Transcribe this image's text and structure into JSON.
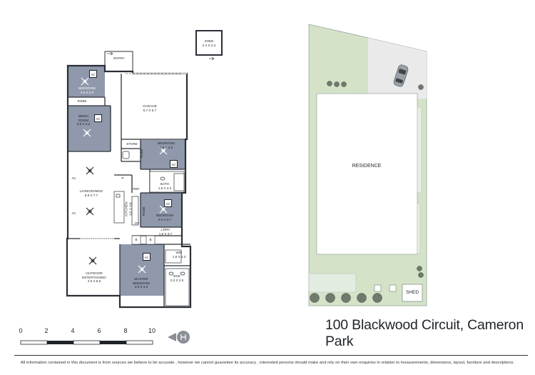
{
  "plan": {
    "rooms": {
      "bedroom_top": {
        "name": "BEDROOM",
        "dim": "3.6 X 3.0"
      },
      "robe": {
        "name": "ROBE"
      },
      "media": {
        "name": "MEDIA ROOM",
        "dim": "3.9 X 4.2"
      },
      "garage": {
        "name": "GARAGE",
        "dim": "5.7 X 5.7"
      },
      "store": {
        "name": "STORE"
      },
      "robe2": {
        "name": "ROBE"
      },
      "bedroom_mid": {
        "name": "BEDROOM",
        "dim": "3.6 X 3.5"
      },
      "bath": {
        "name": "BATH",
        "dim": "1.9 X 3.3"
      },
      "ref": {
        "name": "REF"
      },
      "pantry": {
        "name": "P"
      },
      "living": {
        "name": "LIVING/DINING",
        "dim": "6.9 X 7.7"
      },
      "kitchen": {
        "name": "KITCHEN",
        "dim": "3.5 X 4.8"
      },
      "robe3": {
        "name": "ROBE"
      },
      "bedroom_low": {
        "name": "BEDROOM",
        "dim": "3.0 X 3.7"
      },
      "oven": {
        "name": "OV"
      },
      "ldry": {
        "name": "L'DRY",
        "dim": "1.6 X 3.7"
      },
      "wir": {
        "name": "WIR",
        "dim": "1.9 X 2.3"
      },
      "outdoor": {
        "name": "OUTDOOR ENTERTAINING",
        "dim": "4.5 X 5.6"
      },
      "master": {
        "name": "MASTER BEDROOM",
        "dim": "3.9 X 4.2"
      },
      "ens": {
        "name": "ENS",
        "dim": "2.3 X 2.5"
      },
      "entry": {
        "name": "ENTRY"
      },
      "shed": {
        "name": "SHED",
        "dim": "2.4 X 2.4"
      }
    },
    "ac_label": "AC",
    "cupboard_label": "B"
  },
  "site": {
    "residence_label": "RESIDENCE",
    "shed_label": "SHED"
  },
  "scale": {
    "ticks": [
      "0",
      "2",
      "4",
      "6",
      "8",
      "10"
    ]
  },
  "address": "100 Blackwood Circuit, Cameron Park",
  "disclaimer": "All information contained in this document is from sources we believe to be accurate , however we cannot guarantee its accuracy , interested persons should make and rely on their own enquiries in relation to measurements, dimensions, layout, furniture and descriptions.",
  "colors": {
    "bedroom_fill": "#8f99ab",
    "lawn": "#d4e3c8",
    "driveway": "#e9eae9",
    "wall": "#2b2f36"
  }
}
